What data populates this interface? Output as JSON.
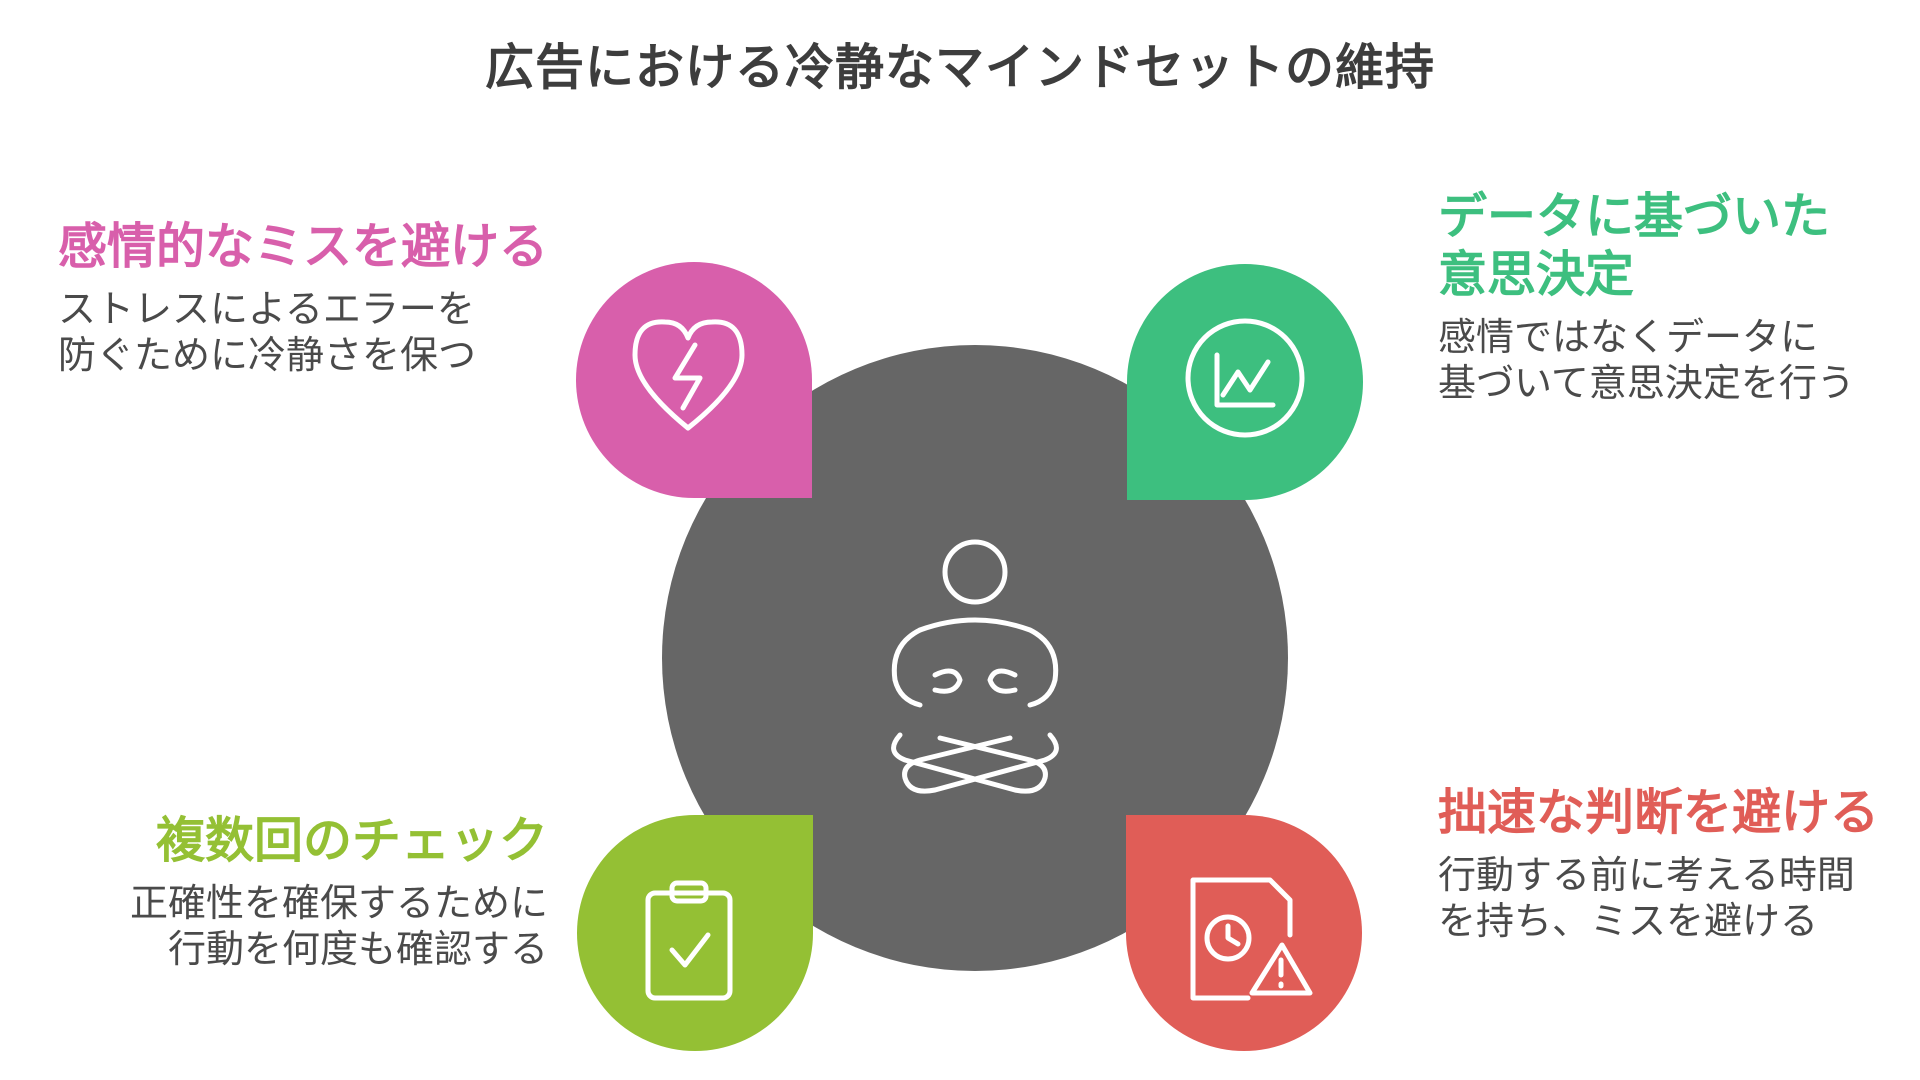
{
  "title": "広告における冷静なマインドセットの維持",
  "colors": {
    "center": "#666666",
    "pink": "#d85fab",
    "green": "#3dbf7f",
    "lime": "#94c034",
    "red": "#e05d57"
  },
  "center": {
    "icon": "meditation-person-icon"
  },
  "items": [
    {
      "position": "top-left",
      "title": "感情的なミスを避ける",
      "desc": "ストレスによるエラーを\n防ぐために冷静さを保つ",
      "icon": "broken-heart-icon"
    },
    {
      "position": "top-right",
      "title": "データに基づいた\n意思決定",
      "desc": "感情ではなくデータに\n基づいて意思決定を行う",
      "icon": "line-chart-icon"
    },
    {
      "position": "bottom-left",
      "title": "複数回のチェック",
      "desc": "正確性を確保するために\n行動を何度も確認する",
      "icon": "clipboard-check-icon"
    },
    {
      "position": "bottom-right",
      "title": "拙速な判断を避ける",
      "desc": "行動する前に考える時間\nを持ち、ミスを避ける",
      "icon": "document-clock-warning-icon"
    }
  ]
}
